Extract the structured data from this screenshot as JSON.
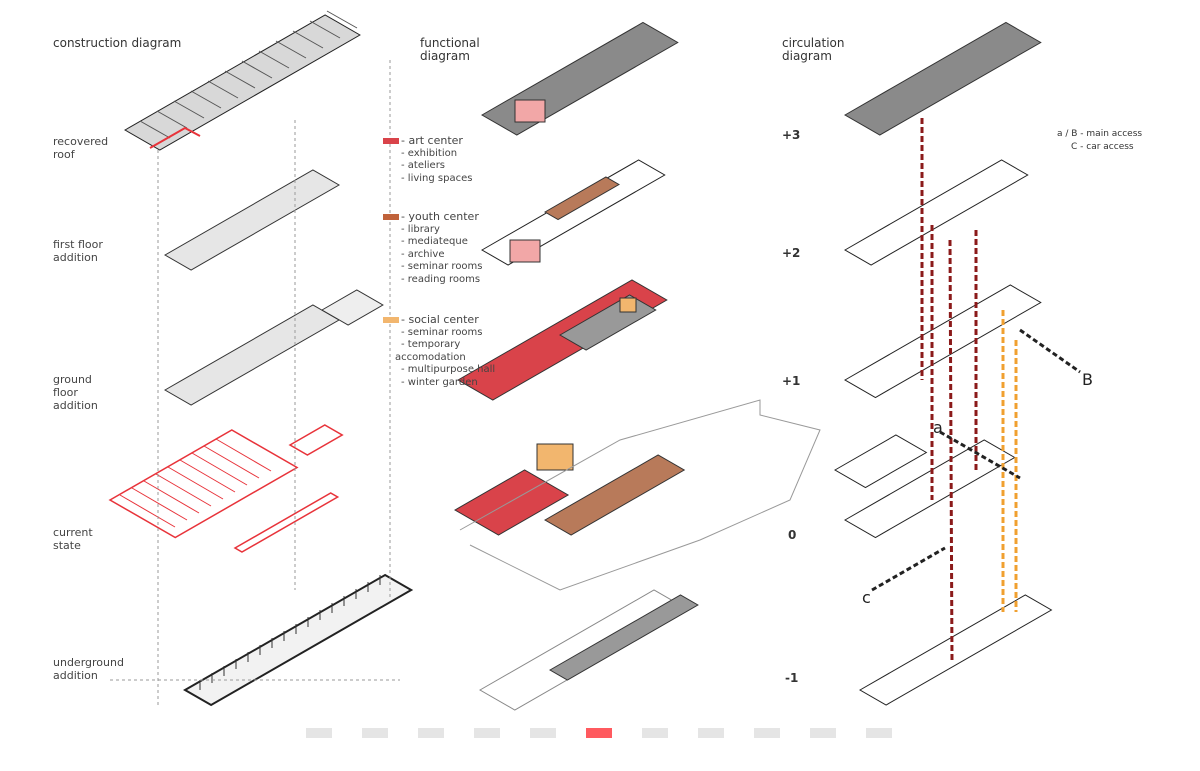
{
  "columns": {
    "construction": {
      "heading": "construction diagram",
      "labels": [
        "recovered roof",
        "first floor addition",
        "ground floor addition",
        "current state",
        "underground addition"
      ]
    },
    "functional": {
      "heading": "functional diagram"
    },
    "circulation": {
      "heading": "circulation diagram"
    }
  },
  "levels": [
    "+3",
    "+2",
    "+1",
    "0",
    "-1"
  ],
  "legend": [
    {
      "title": "- art center",
      "color": "#d9434a",
      "items": [
        "- exhibition",
        "- ateliers",
        "- living spaces"
      ]
    },
    {
      "title": "- youth center",
      "color": "#c0623a",
      "items": [
        "- library",
        "- mediateque",
        "- archive",
        "-  seminar rooms",
        "- reading rooms"
      ]
    },
    {
      "title": "- social center",
      "color": "#f2b66e",
      "items": [
        "- seminar rooms",
        "- temporary",
        "accomodation",
        "- multipurpose hall",
        "- winter garden"
      ]
    }
  ],
  "access_legend": {
    "main": "a / B - main access",
    "car": "C - car access"
  },
  "access_markers": {
    "a": "a",
    "B": "B",
    "c": "c"
  },
  "colors": {
    "current_state": "#e8333a",
    "art": "#d9434a",
    "youth": "#c0623a",
    "social": "#f2b66e",
    "access_red": "#8b1a1a",
    "access_orange": "#f0a030"
  },
  "pagination": {
    "count": 11,
    "active_index": 5
  }
}
